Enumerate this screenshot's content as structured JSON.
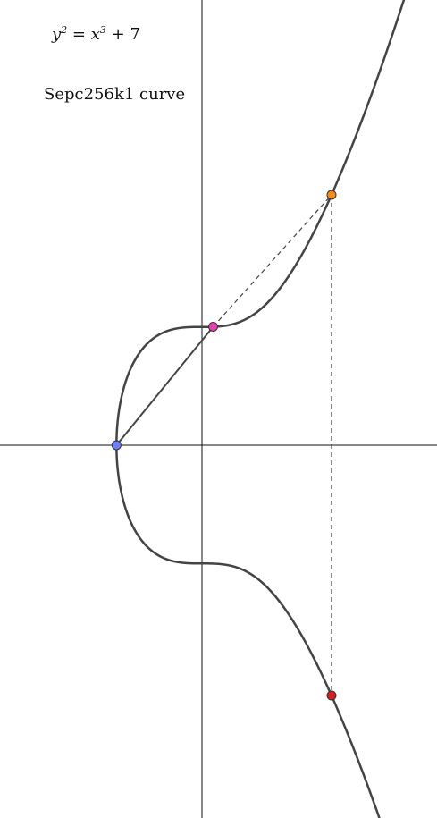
{
  "equation": {
    "y": "y",
    "y_exp": "2",
    "equals": "=",
    "x": "x",
    "x_exp": "3",
    "plus": "+",
    "constant": "7"
  },
  "title": "Sepc256k1 curve",
  "curve": {
    "a": 0,
    "b": 7,
    "x_root": -1.913
  },
  "points": [
    {
      "id": "P",
      "x": -1.913,
      "y": 0,
      "color": "#6f7ff5"
    },
    {
      "id": "Q",
      "x": 0.25,
      "y": 2.65,
      "color": "#e63fb4"
    },
    {
      "id": "R",
      "x": 2.9,
      "y": 5.6,
      "color": "#f58a1e"
    },
    {
      "id": "S",
      "x": 2.9,
      "y": -5.6,
      "color": "#d61f1f"
    }
  ],
  "colors": {
    "curve": "#444444",
    "axis": "#111111",
    "dashed": "#444444"
  }
}
